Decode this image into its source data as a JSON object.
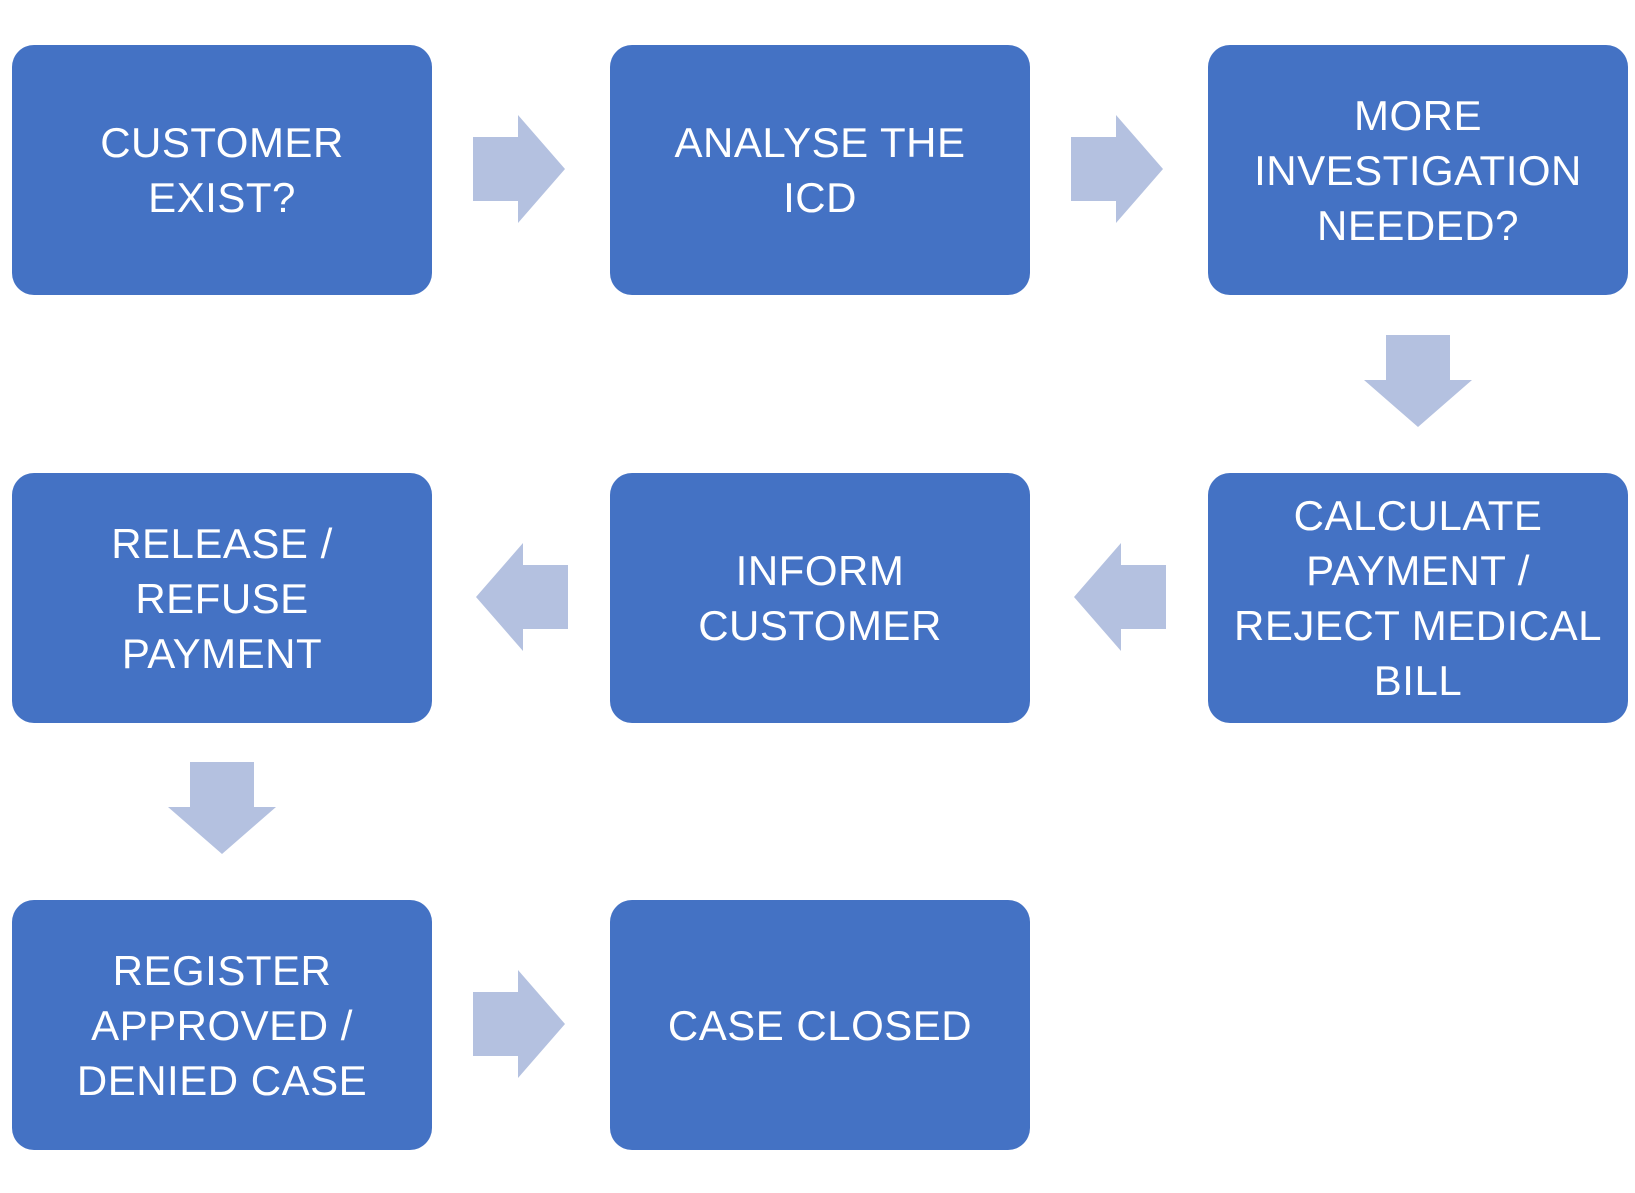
{
  "steps": [
    {
      "id": "customer-exist",
      "label": "CUSTOMER EXIST?"
    },
    {
      "id": "analyse-icd",
      "label": "ANALYSE THE ICD"
    },
    {
      "id": "more-investigation",
      "label": "MORE INVESTIGATION NEEDED?"
    },
    {
      "id": "calculate-payment",
      "label": "CALCULATE PAYMENT / REJECT MEDICAL BILL"
    },
    {
      "id": "inform-customer",
      "label": "INFORM CUSTOMER"
    },
    {
      "id": "release-refuse-payment",
      "label": "RELEASE / REFUSE PAYMENT"
    },
    {
      "id": "register-case",
      "label": "REGISTER APPROVED / DENIED CASE"
    },
    {
      "id": "case-closed",
      "label": "CASE CLOSED"
    }
  ],
  "colors": {
    "box_fill": "#4472c4",
    "box_text": "#ffffff",
    "arrow_fill": "#b4c1e0",
    "background": "#ffffff"
  }
}
